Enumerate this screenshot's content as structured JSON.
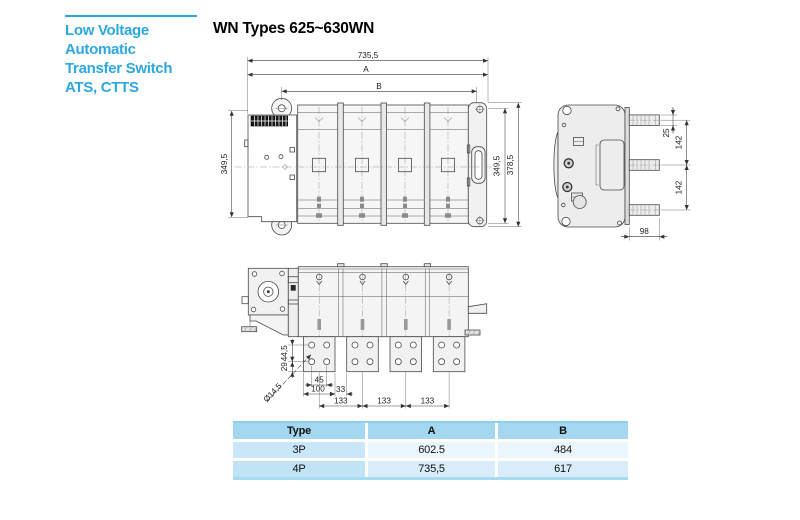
{
  "page": {
    "background": "#ffffff"
  },
  "sidebar": {
    "accent_color": "#2ca8df",
    "lines": [
      "Low Voltage",
      "Automatic",
      "Transfer Switch",
      "ATS, CTTS"
    ]
  },
  "header": {
    "title": "WN Types 625~630WN"
  },
  "drawings": {
    "front_view": {
      "dims": {
        "total_width": "735,5",
        "span_a": "A",
        "span_b": "B",
        "left_height": "349,5",
        "right_height": "349,5",
        "total_height": "378,5"
      }
    },
    "side_view": {
      "dims": {
        "terminal_thickness": "25",
        "terminal_pitch_upper": "142",
        "terminal_pitch_lower": "142",
        "terminal_length": "98"
      }
    },
    "bottom_view": {
      "dims": {
        "hole_row_pitch": "44,5",
        "hole_edge_offset": "29",
        "hole_col_pitch": "45",
        "pad_width": "100",
        "pad_gap": "33",
        "pole_pitch_1": "133",
        "pole_pitch_2": "133",
        "pole_pitch_3": "133",
        "hole_diameter": "Ø14,5"
      }
    }
  },
  "table": {
    "headers": [
      "Type",
      "A",
      "B"
    ],
    "rows": [
      [
        "3P",
        "602.5",
        "484"
      ],
      [
        "4P",
        "735,5",
        "617"
      ]
    ],
    "colors": {
      "header_bg": "#a3d8f0",
      "type_col_bg": "#c9e7f8",
      "row_light_bg": "#eaf5fc",
      "row_shade_bg": "#d8edf9",
      "border_top": "#8dcfee",
      "border_bottom": "#a6dbf2"
    }
  }
}
